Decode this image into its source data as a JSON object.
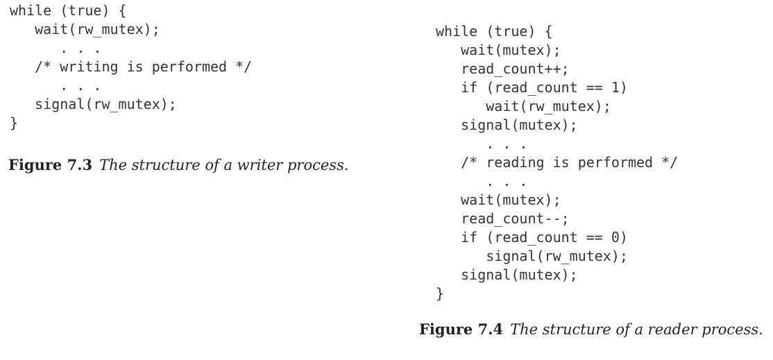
{
  "writer": {
    "code_lines": [
      "while (true) {",
      "   wait(rw_mutex);",
      "      . . .",
      "   /* writing is performed */",
      "      . . .",
      "   signal(rw_mutex);",
      "}"
    ],
    "caption": {
      "label": "Figure 7.3",
      "text": "The structure of a writer process."
    }
  },
  "reader": {
    "code_lines": [
      "while (true) {",
      "   wait(mutex);",
      "   read_count++;",
      "   if (read_count == 1)",
      "      wait(rw_mutex);",
      "   signal(mutex);",
      "      . . .",
      "   /* reading is performed */",
      "      . . .",
      "   wait(mutex);",
      "   read_count--;",
      "   if (read_count == 0)",
      "      signal(rw_mutex);",
      "   signal(mutex);",
      "}"
    ],
    "caption": {
      "label": "Figure 7.4",
      "text": "The structure of a reader process."
    }
  }
}
